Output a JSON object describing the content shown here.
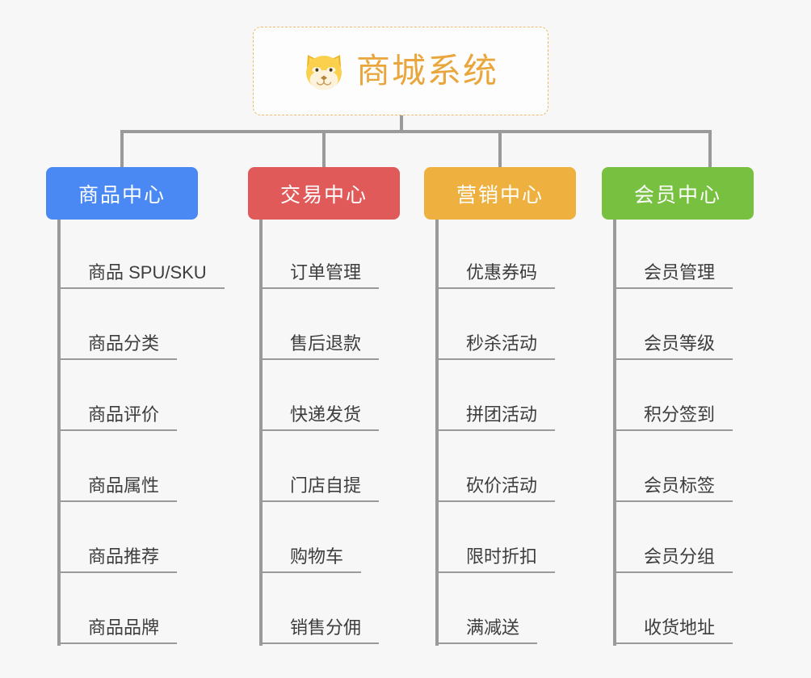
{
  "root": {
    "title": "商城系统",
    "icon": "shiba-dog-face-icon",
    "title_color": "#e9a63c",
    "border_color": "#eeb96a",
    "background": "#fdfdfd"
  },
  "canvas": {
    "background": "#f7f7f7",
    "connector_color": "#9a9a9a"
  },
  "columns": [
    {
      "id": "product-center",
      "label": "商品中心",
      "color": "#4a89f3",
      "leaves": [
        "商品 SPU/SKU",
        "商品分类",
        "商品评价",
        "商品属性",
        "商品推荐",
        "商品品牌"
      ]
    },
    {
      "id": "trade-center",
      "label": "交易中心",
      "color": "#e05a5a",
      "leaves": [
        "订单管理",
        "售后退款",
        "快递发货",
        "门店自提",
        "购物车",
        "销售分佣"
      ]
    },
    {
      "id": "marketing-center",
      "label": "营销中心",
      "color": "#eeb03f",
      "leaves": [
        "优惠券码",
        "秒杀活动",
        "拼团活动",
        "砍价活动",
        "限时折扣",
        "满减送"
      ]
    },
    {
      "id": "member-center",
      "label": "会员中心",
      "color": "#78c040",
      "leaves": [
        "会员管理",
        "会员等级",
        "积分签到",
        "会员标签",
        "会员分组",
        "收货地址"
      ]
    }
  ]
}
